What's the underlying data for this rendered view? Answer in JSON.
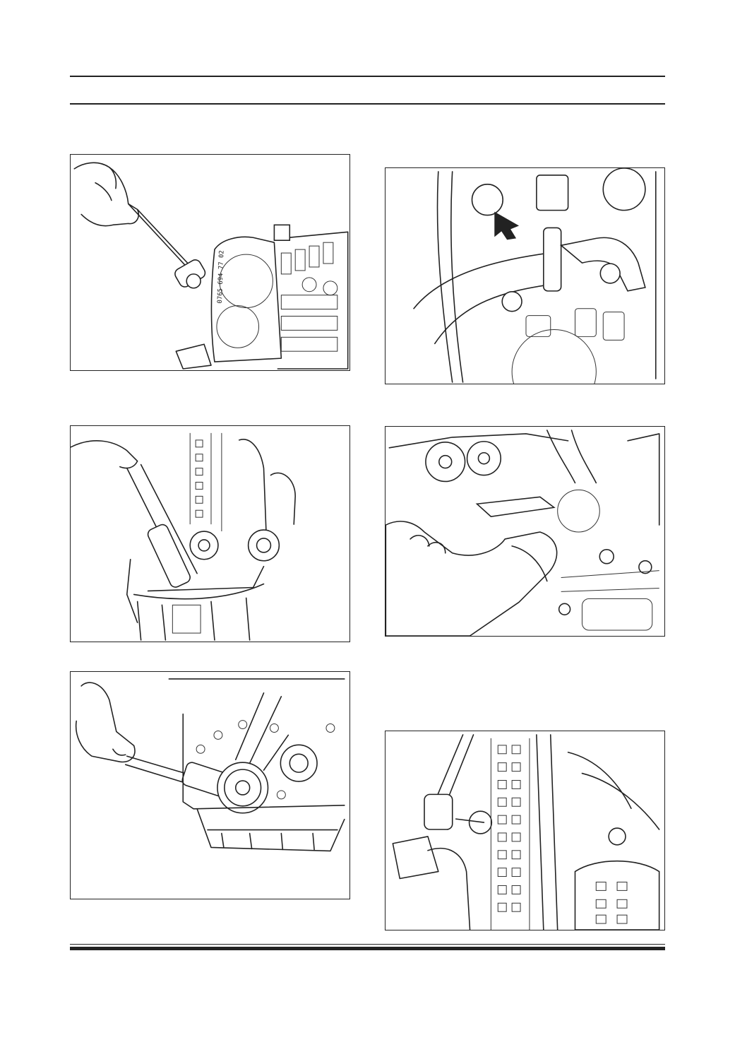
{
  "page": {
    "header_text": "",
    "footer_text": ""
  },
  "figures": [
    {
      "id": "fig-1",
      "stamp_text": "0765 694 77 02"
    },
    {
      "id": "fig-2"
    },
    {
      "id": "fig-3"
    },
    {
      "id": "fig-4"
    },
    {
      "id": "fig-5"
    },
    {
      "id": "fig-6"
    }
  ],
  "colors": {
    "line": "#222222",
    "paper": "#ffffff"
  }
}
